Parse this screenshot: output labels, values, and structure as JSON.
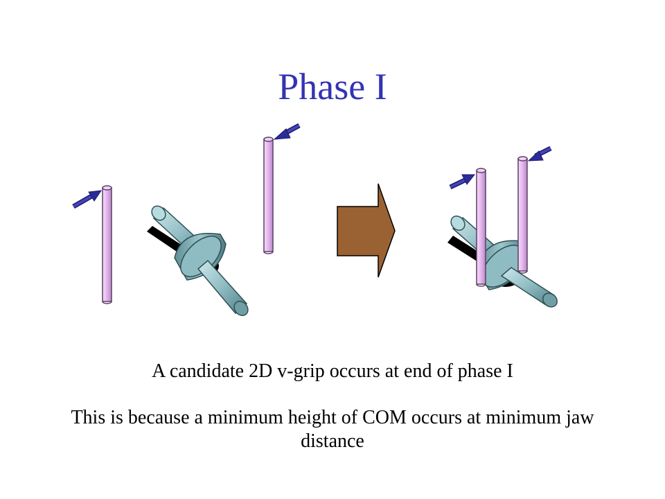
{
  "slide": {
    "title": "Phase I",
    "caption_line1": "A candidate 2D v-grip occurs at end of phase I",
    "caption_line2": "This is because a minimum height of COM occurs at minimum jaw distance"
  },
  "colors": {
    "title": "#3333b3",
    "finger_fill": "#e8bff0",
    "finger_stroke": "#5b3f66",
    "push_arrow": "#2b2b9a",
    "transition_arrow": "#9a6232",
    "part_light": "#a9d3d8",
    "part_dark": "#5d8f96",
    "shadow": "#000000"
  },
  "icons": [
    "finger-rod-icon",
    "push-arrow-icon",
    "transition-arrow-icon",
    "grasped-part-icon"
  ]
}
